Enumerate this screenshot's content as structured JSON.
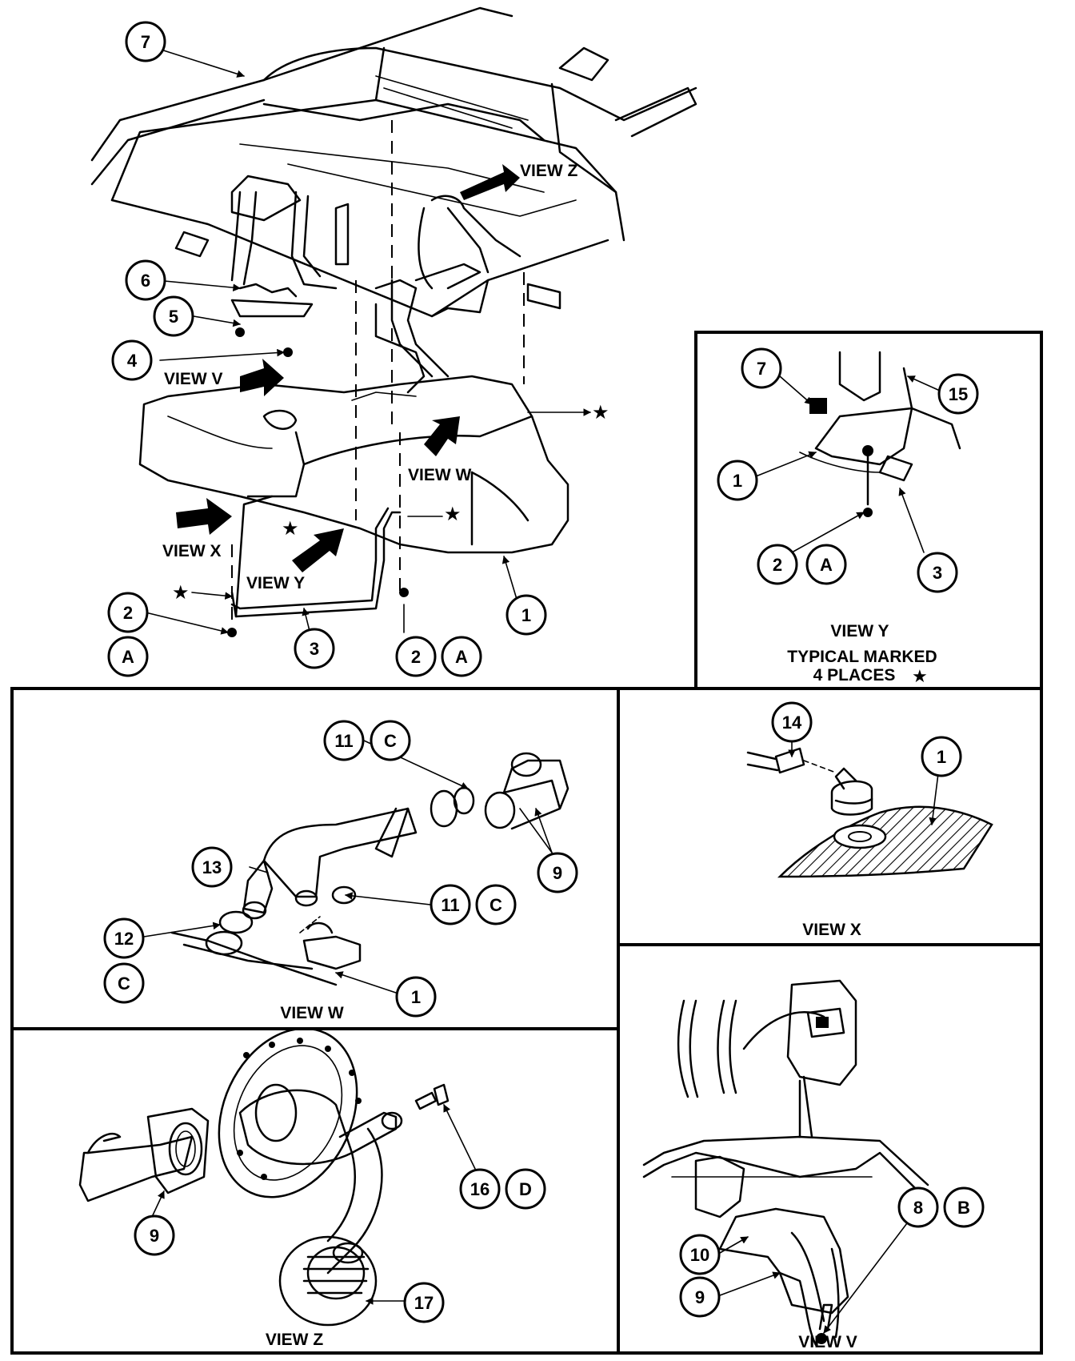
{
  "view_labels": {
    "main_view_z": "VIEW Z",
    "main_view_v": "VIEW V",
    "main_view_w": "VIEW W",
    "main_view_x": "VIEW X",
    "main_view_y": "VIEW Y",
    "panel_y_title": "VIEW Y",
    "panel_y_note1": "TYPICAL MARKED",
    "panel_y_note2": "4 PLACES",
    "panel_x_title": "VIEW X",
    "panel_w_title": "VIEW W",
    "panel_z_title": "VIEW Z",
    "panel_v_title": "VIEW V"
  },
  "star_symbol": "★",
  "callouts": {
    "main": [
      "7",
      "6",
      "5",
      "4",
      "2",
      "A",
      "3",
      "2",
      "A",
      "1"
    ],
    "view_y": [
      "7",
      "15",
      "1",
      "2",
      "A",
      "3"
    ],
    "view_w": [
      "11",
      "C",
      "13",
      "9",
      "11",
      "C",
      "12",
      "C",
      "1"
    ],
    "view_x": [
      "14",
      "1"
    ],
    "view_z": [
      "9",
      "16",
      "D",
      "17"
    ],
    "view_v": [
      "8",
      "B",
      "10",
      "9"
    ]
  }
}
